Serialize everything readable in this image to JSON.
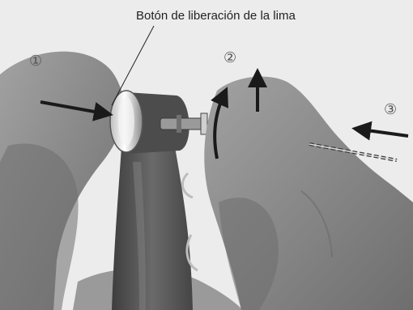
{
  "caption": "Botón de liberación de la lima",
  "steps": [
    "①",
    "②",
    "③"
  ],
  "colors": {
    "background": "#ececec",
    "glove": "#8c8c8c",
    "handpiece": "#5a5a5a",
    "arrow": "#1a1a1a"
  }
}
